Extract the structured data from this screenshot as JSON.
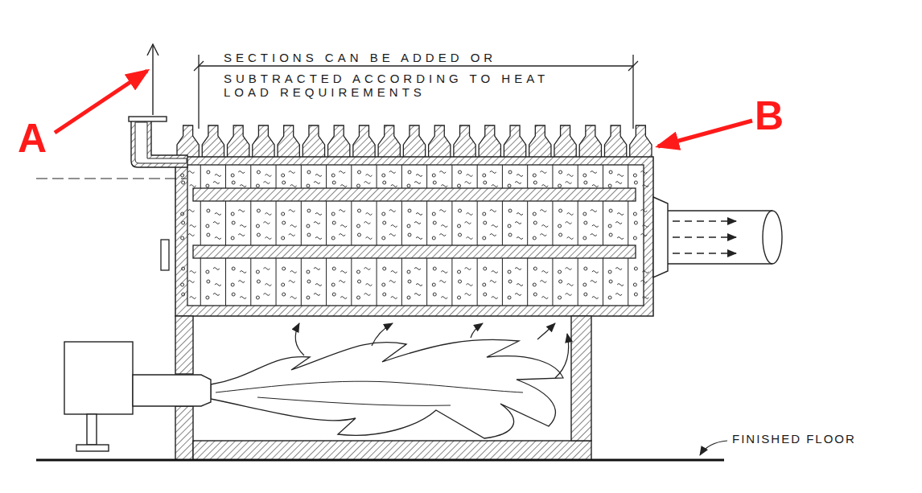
{
  "diagram": {
    "labels": [
      "SECTIONS CAN BE ADDED OR",
      "SUBTRACTED ACCORDING TO HEAT LOAD REQUIREMENTS",
      "A",
      "B",
      "FINISHED FLOOR"
    ]
  }
}
